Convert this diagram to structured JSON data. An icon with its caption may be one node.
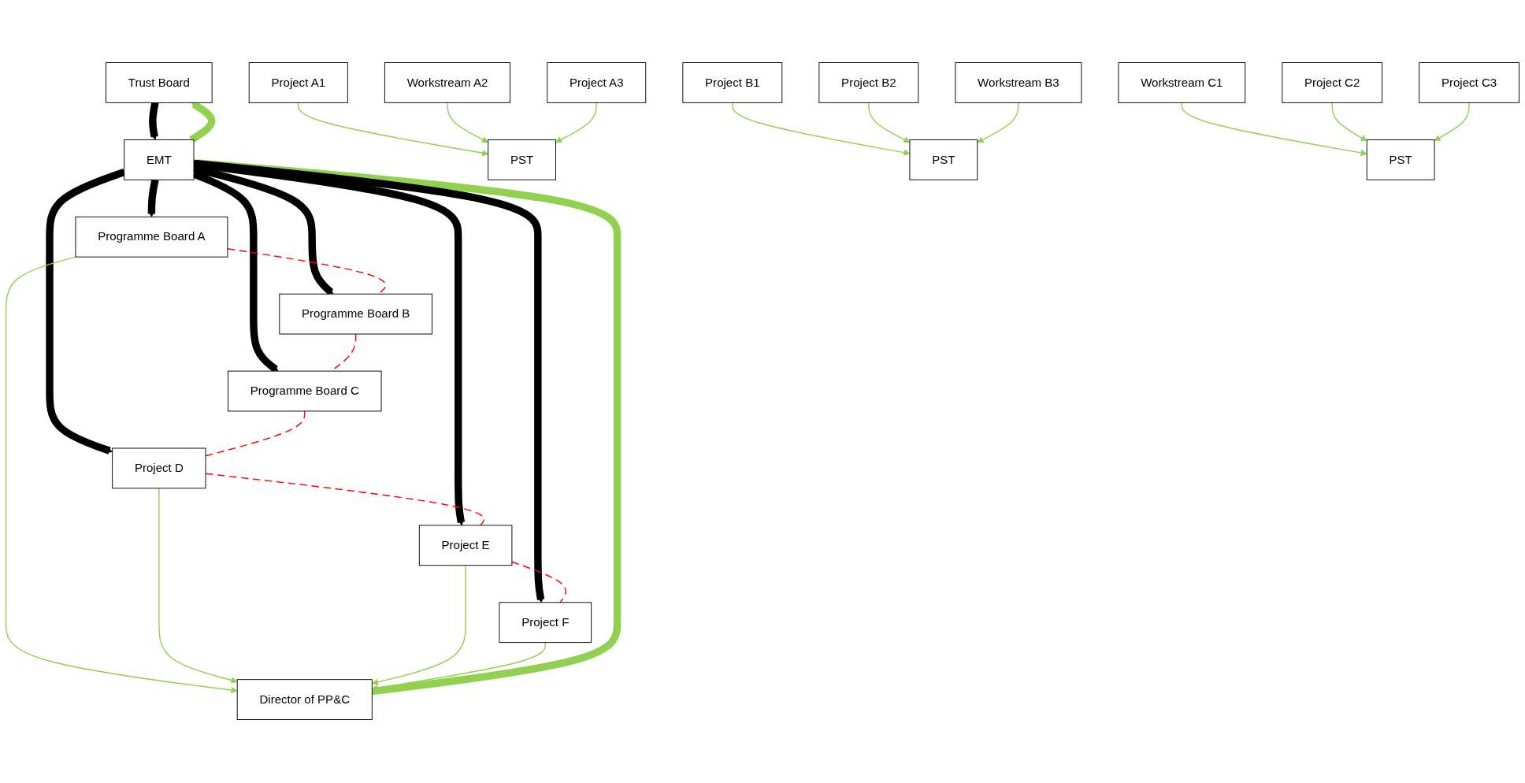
{
  "diagram": {
    "nodes": [
      {
        "text": [
          "Trust Board"
        ]
      },
      {
        "text": [
          "EMT"
        ]
      },
      {
        "text": [
          "Programme Board A"
        ]
      },
      {
        "text": [
          "Programme Board B"
        ]
      },
      {
        "text": [
          "Programme Board C"
        ]
      },
      {
        "text": [
          "Project D"
        ]
      },
      {
        "text": [
          "Project E"
        ]
      },
      {
        "text": [
          "Project F"
        ]
      },
      {
        "text": [
          "Director of PP&C"
        ]
      },
      {
        "text": [
          "PST"
        ]
      },
      {
        "text": [
          "PST"
        ]
      },
      {
        "text": [
          "PST"
        ]
      },
      {
        "text": [
          "Project A1"
        ]
      },
      {
        "text": [
          "Workstream A2"
        ]
      },
      {
        "text": [
          "Project A3"
        ]
      },
      {
        "text": [
          "Project B1"
        ]
      },
      {
        "text": [
          "Project B2"
        ]
      },
      {
        "text": [
          "Workstream B3"
        ]
      },
      {
        "text": [
          "Workstream C1"
        ]
      },
      {
        "text": [
          "Project C2"
        ]
      },
      {
        "text": [
          "Project C3"
        ]
      }
    ],
    "edges": [
      {
        "from": 0,
        "to": 1,
        "arrow": "to",
        "style": "thick",
        "color": "#000000"
      },
      {
        "from": 8,
        "to": 1,
        "arrow": "to",
        "style": "thick"
      },
      {
        "from": 1,
        "to": 0,
        "arrow": "to",
        "style": "thick"
      },
      {
        "from": 1,
        "to": 2,
        "arrow": "to",
        "style": "thick",
        "color": "#000000"
      },
      {
        "from": 1,
        "to": 3,
        "arrow": "to",
        "style": "thick",
        "color": "#000000"
      },
      {
        "from": 1,
        "to": 4,
        "arrow": "to",
        "style": "thick",
        "color": "#000000"
      },
      {
        "from": 1,
        "to": 5,
        "arrow": "to",
        "style": "thick",
        "color": "#000000"
      },
      {
        "from": 1,
        "to": 6,
        "arrow": "to",
        "style": "thick",
        "color": "#000000"
      },
      {
        "from": 1,
        "to": 7,
        "arrow": "to",
        "style": "thick",
        "color": "#000000"
      },
      {
        "from": 2,
        "to": 3,
        "arrow": "none",
        "style": "dashed",
        "color": "#ff0000"
      },
      {
        "from": 3,
        "to": 4,
        "arrow": "none",
        "style": "dashed",
        "color": "#ff0000"
      },
      {
        "from": 4,
        "to": 5,
        "arrow": "none",
        "style": "dashed",
        "color": "#ff0000"
      },
      {
        "from": 5,
        "to": 6,
        "arrow": "none",
        "style": "dashed",
        "color": "#ff0000"
      },
      {
        "from": 6,
        "to": 7,
        "arrow": "none",
        "style": "dashed",
        "color": "#ff0000"
      },
      {
        "from": 2,
        "to": 8,
        "arrow": "to"
      },
      {
        "from": 5,
        "to": 8,
        "arrow": "to"
      },
      {
        "from": 6,
        "to": 8,
        "arrow": "to"
      },
      {
        "from": 7,
        "to": 8,
        "arrow": "to"
      },
      {
        "from": 12,
        "to": 9,
        "arrow": "to"
      },
      {
        "from": 13,
        "to": 9,
        "arrow": "to"
      },
      {
        "from": 14,
        "to": 9,
        "arrow": "to"
      },
      {
        "from": 15,
        "to": 10,
        "arrow": "to"
      },
      {
        "from": 16,
        "to": 10,
        "arrow": "to"
      },
      {
        "from": 17,
        "to": 10,
        "arrow": "to"
      },
      {
        "from": 18,
        "to": 11,
        "arrow": "to"
      },
      {
        "from": 19,
        "to": 11,
        "arrow": "to"
      },
      {
        "from": 20,
        "to": 11,
        "arrow": "to"
      }
    ]
  }
}
